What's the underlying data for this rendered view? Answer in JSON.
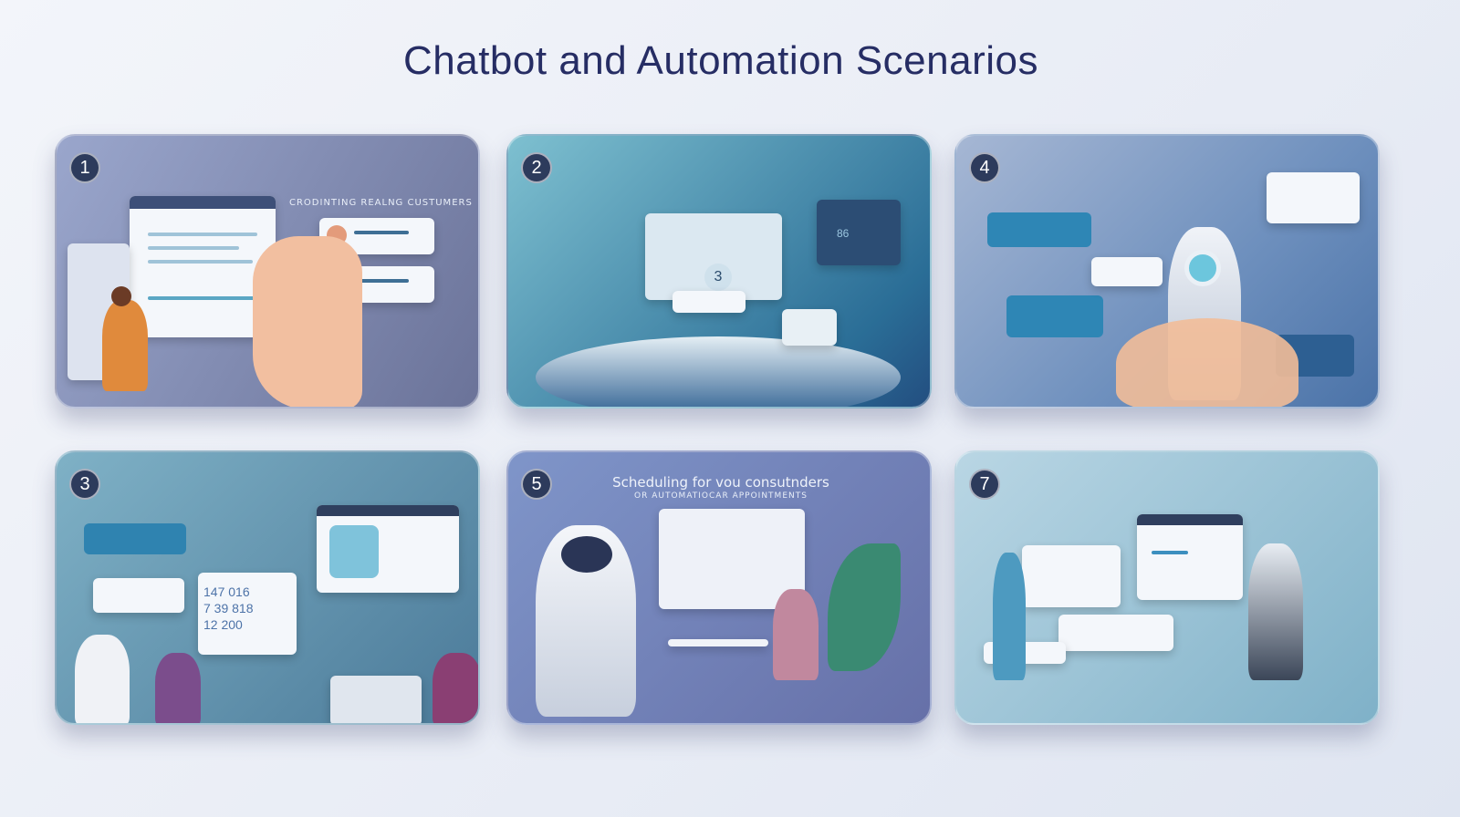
{
  "title": "Chatbot and Automation Scenarios",
  "cards": [
    {
      "number": "1",
      "caption": "CRODINTING REALNG CUSTUMERS"
    },
    {
      "number": "2",
      "inner_number": "3",
      "screen_value": "86"
    },
    {
      "number": "4"
    },
    {
      "number": "3",
      "screen_digits": "147 016\n7 39 818\n12 200"
    },
    {
      "number": "5",
      "caption": "Scheduling for vou consutnders",
      "subcaption": "OR AUTOMATIOCAR APPOINTMENTS"
    },
    {
      "number": "7"
    }
  ]
}
